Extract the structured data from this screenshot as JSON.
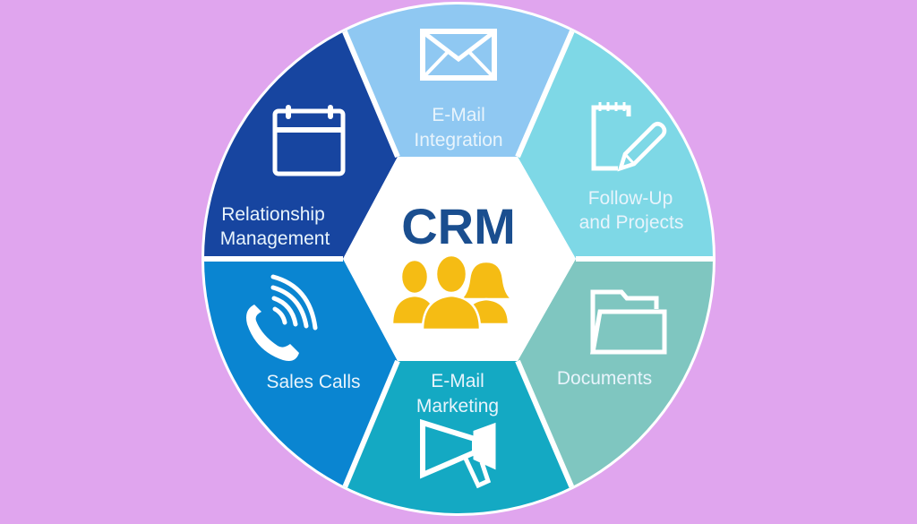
{
  "diagram": {
    "title": "CRM",
    "center_icon": "people-group-icon",
    "background_color": "#E0A5EE",
    "segments": [
      {
        "id": "email-integration",
        "line1": "E-Mail",
        "line2": "Integration",
        "icon": "envelope-icon",
        "color": "#8FC8F2",
        "position": "top"
      },
      {
        "id": "follow-up",
        "line1": "Follow-Up",
        "line2": "and Projects",
        "icon": "notepad-pencil-icon",
        "color": "#7ED8E6",
        "position": "top-right"
      },
      {
        "id": "documents",
        "line1": "Documents",
        "line2": "",
        "icon": "folder-icon",
        "color": "#7FC6C0",
        "position": "bottom-right"
      },
      {
        "id": "email-marketing",
        "line1": "E-Mail",
        "line2": "Marketing",
        "icon": "megaphone-icon",
        "color": "#14A9C3",
        "position": "bottom"
      },
      {
        "id": "sales-calls",
        "line1": "Sales Calls",
        "line2": "",
        "icon": "phone-call-icon",
        "color": "#0A85D1",
        "position": "bottom-left"
      },
      {
        "id": "relationship",
        "line1": "Relationship",
        "line2": "Management",
        "icon": "calendar-icon",
        "color": "#1745A0",
        "position": "top-left"
      }
    ],
    "title_color": "#1A4E8F",
    "icon_accent_color": "#F5BC14"
  }
}
